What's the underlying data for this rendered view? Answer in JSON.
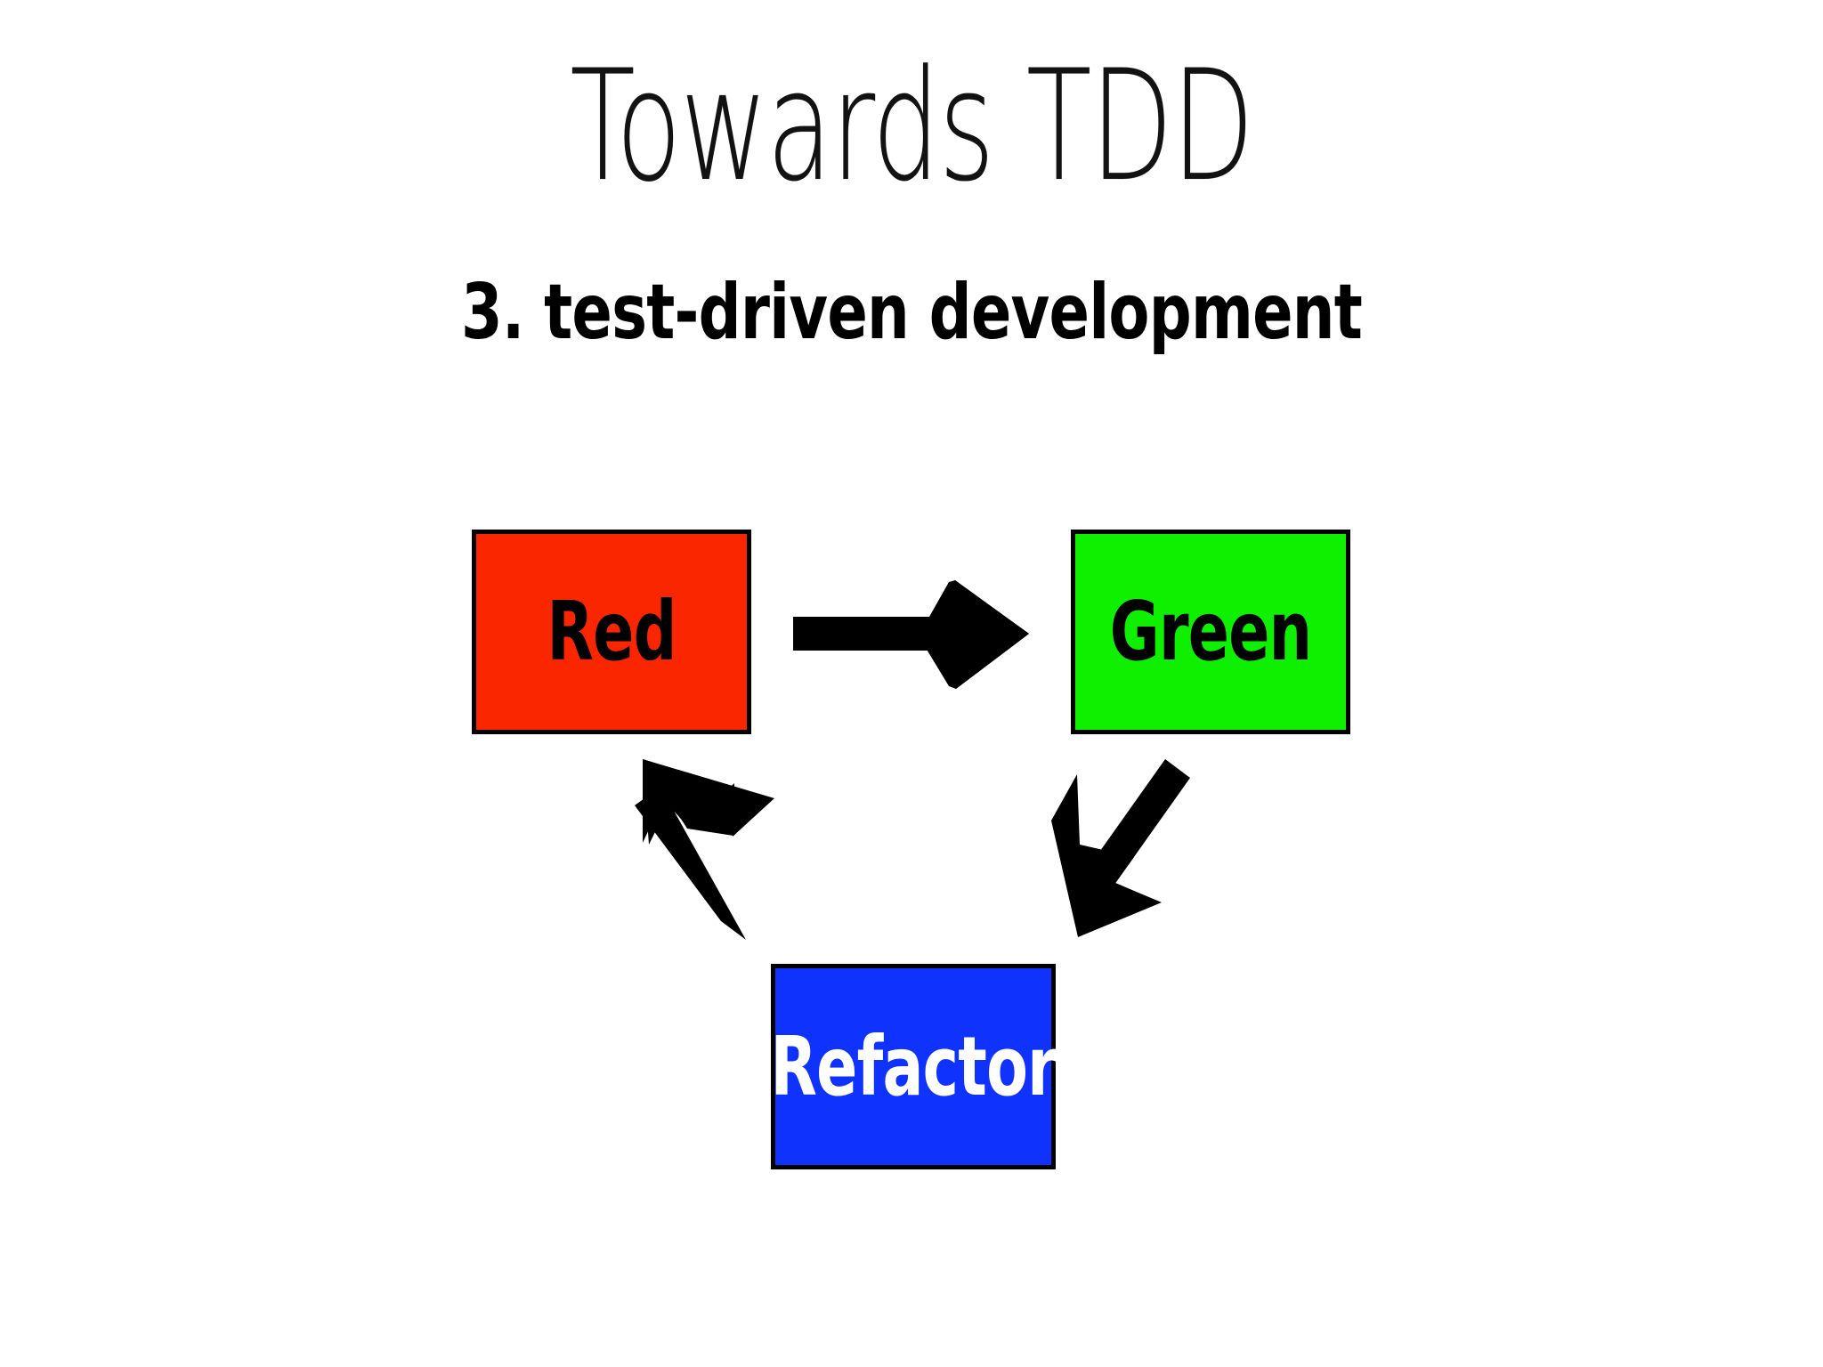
{
  "slide": {
    "background_color": "#ffffff",
    "title": "Towards TDD",
    "subtitle": "3. test-driven development"
  },
  "diagram": {
    "type": "cycle",
    "name": "tdd-cycle",
    "nodes": [
      {
        "id": "red",
        "label": "Red",
        "fill_color": "#fa2600",
        "text_color": "#000000",
        "border_color": "#000000"
      },
      {
        "id": "green",
        "label": "Green",
        "fill_color": "#0ef000",
        "text_color": "#000000",
        "border_color": "#000000"
      },
      {
        "id": "refactor",
        "label": "Refactor",
        "fill_color": "#0f33fc",
        "text_color": "#ffffff",
        "border_color": "#000000"
      }
    ],
    "edges": [
      {
        "from": "red",
        "to": "green",
        "direction": "right",
        "color": "#000000"
      },
      {
        "from": "green",
        "to": "refactor",
        "direction": "down-left",
        "color": "#000000"
      },
      {
        "from": "refactor",
        "to": "red",
        "direction": "up-left",
        "color": "#000000"
      }
    ]
  }
}
